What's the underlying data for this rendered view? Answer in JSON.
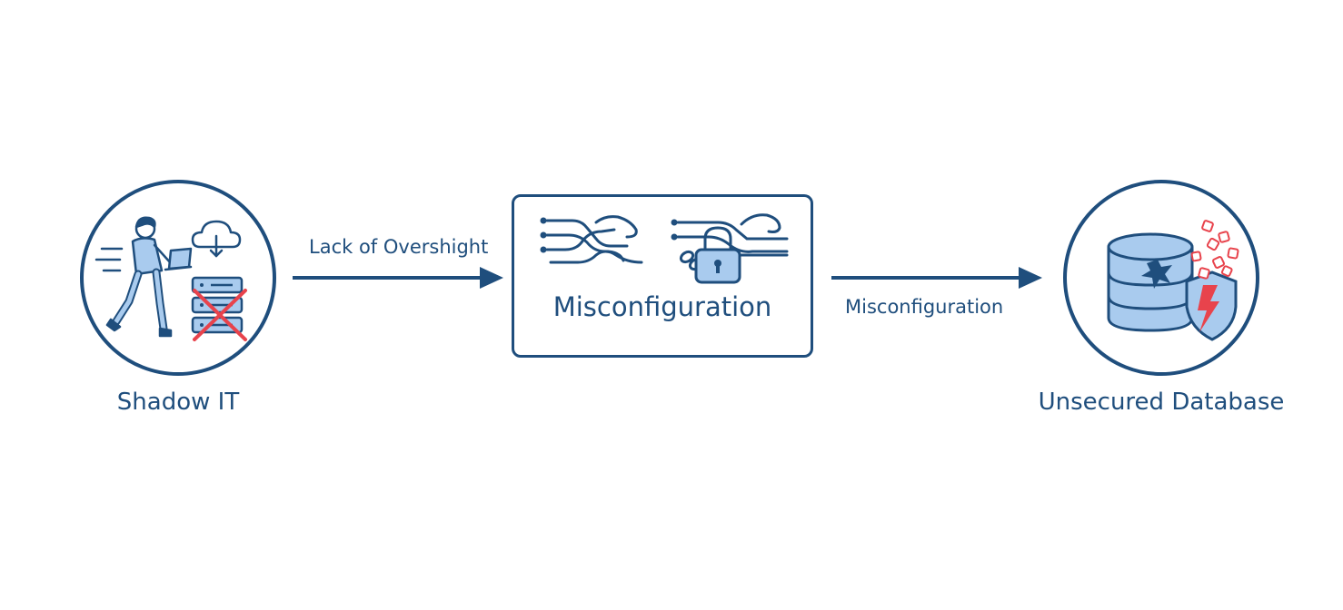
{
  "nodes": {
    "shadow_it": {
      "label": "Shadow IT"
    },
    "misconfiguration": {
      "label": "Misconfiguration"
    },
    "unsecured_database": {
      "label": "Unsecured Database"
    }
  },
  "edges": [
    {
      "from": "shadow_it",
      "to": "misconfiguration",
      "label": "Lack of Overshight"
    },
    {
      "from": "misconfiguration",
      "to": "unsecured_database",
      "label": "Misconfiguration"
    }
  ],
  "colors": {
    "primary": "#1f4e7d",
    "fill_light": "#a9cbee",
    "danger": "#e8434c"
  },
  "icons": {
    "shadow_it": [
      "person-with-laptop-icon",
      "cloud-download-icon",
      "server-stack-icon",
      "red-x-icon"
    ],
    "misconfiguration": [
      "tangled-cables-icon",
      "padlock-icon",
      "chain-icon"
    ],
    "unsecured_database": [
      "database-icon",
      "crack-icon",
      "shield-broken-icon",
      "error-particles-icon"
    ]
  }
}
